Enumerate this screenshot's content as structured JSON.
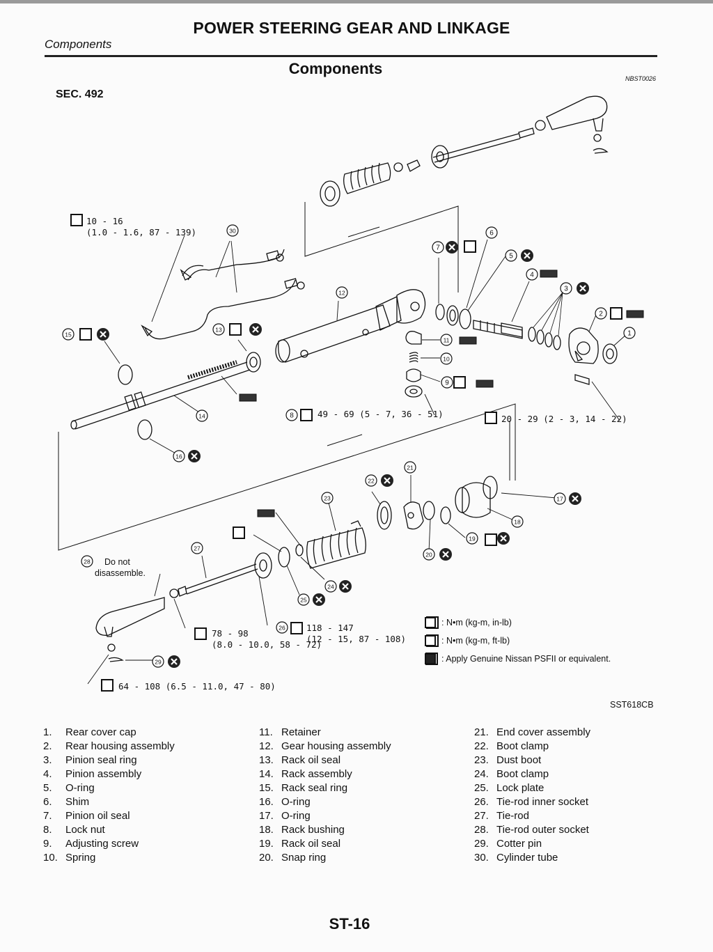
{
  "header": {
    "title": "POWER STEERING GEAR AND LINKAGE",
    "section": "Components",
    "heading": "Components",
    "ref_code": "NBST0026",
    "sec": "SEC. 492"
  },
  "diagram": {
    "torque_cylinder_tube": "10 - 16",
    "torque_cylinder_tube_2": "(1.0 - 1.6, 87 - 139)",
    "torque_locknut": "49 - 69 (5 - 7, 36 - 51)",
    "torque_rear_cover": "20 - 29 (2 - 3, 14 - 22)",
    "note_28_line1": "Do not",
    "note_28_line2": "disassemble.",
    "torque_inner_socket_a": "78 - 98",
    "torque_inner_socket_b": "(8.0 - 10.0, 58 - 72)",
    "torque_inner_socket_c": "118 - 147",
    "torque_inner_socket_d": "(12 - 15, 87 - 108)",
    "torque_outer_socket": "64 - 108 (6.5 - 11.0, 47 - 80)",
    "callouts": [
      "1",
      "2",
      "3",
      "4",
      "5",
      "6",
      "7",
      "8",
      "9",
      "10",
      "11",
      "12",
      "13",
      "14",
      "15",
      "16",
      "17",
      "18",
      "19",
      "20",
      "21",
      "22",
      "23",
      "24",
      "25",
      "26",
      "27",
      "28",
      "29",
      "30"
    ]
  },
  "legend": [
    {
      "text": ": N•m (kg-m, in-lb)"
    },
    {
      "text": ": N•m (kg-m, ft-lb)"
    },
    {
      "text": ": Apply Genuine Nissan PSFII or equivalent."
    }
  ],
  "figure_id": "SST618CB",
  "parts": [
    {
      "num": "1.",
      "name": "Rear cover cap"
    },
    {
      "num": "2.",
      "name": "Rear housing assembly"
    },
    {
      "num": "3.",
      "name": "Pinion seal ring"
    },
    {
      "num": "4.",
      "name": "Pinion assembly"
    },
    {
      "num": "5.",
      "name": "O-ring"
    },
    {
      "num": "6.",
      "name": "Shim"
    },
    {
      "num": "7.",
      "name": "Pinion oil seal"
    },
    {
      "num": "8.",
      "name": "Lock nut"
    },
    {
      "num": "9.",
      "name": "Adjusting screw"
    },
    {
      "num": "10.",
      "name": "Spring"
    },
    {
      "num": "11.",
      "name": "Retainer"
    },
    {
      "num": "12.",
      "name": "Gear housing assembly"
    },
    {
      "num": "13.",
      "name": "Rack oil seal"
    },
    {
      "num": "14.",
      "name": "Rack assembly"
    },
    {
      "num": "15.",
      "name": "Rack seal ring"
    },
    {
      "num": "16.",
      "name": "O-ring"
    },
    {
      "num": "17.",
      "name": "O-ring"
    },
    {
      "num": "18.",
      "name": "Rack bushing"
    },
    {
      "num": "19.",
      "name": "Rack oil seal"
    },
    {
      "num": "20.",
      "name": "Snap ring"
    },
    {
      "num": "21.",
      "name": "End cover assembly"
    },
    {
      "num": "22.",
      "name": "Boot clamp"
    },
    {
      "num": "23.",
      "name": "Dust boot"
    },
    {
      "num": "24.",
      "name": "Boot clamp"
    },
    {
      "num": "25.",
      "name": "Lock plate"
    },
    {
      "num": "26.",
      "name": "Tie-rod inner socket"
    },
    {
      "num": "27.",
      "name": "Tie-rod"
    },
    {
      "num": "28.",
      "name": "Tie-rod outer socket"
    },
    {
      "num": "29.",
      "name": "Cotter pin"
    },
    {
      "num": "30.",
      "name": "Cylinder tube"
    }
  ],
  "page_number": "ST-16"
}
